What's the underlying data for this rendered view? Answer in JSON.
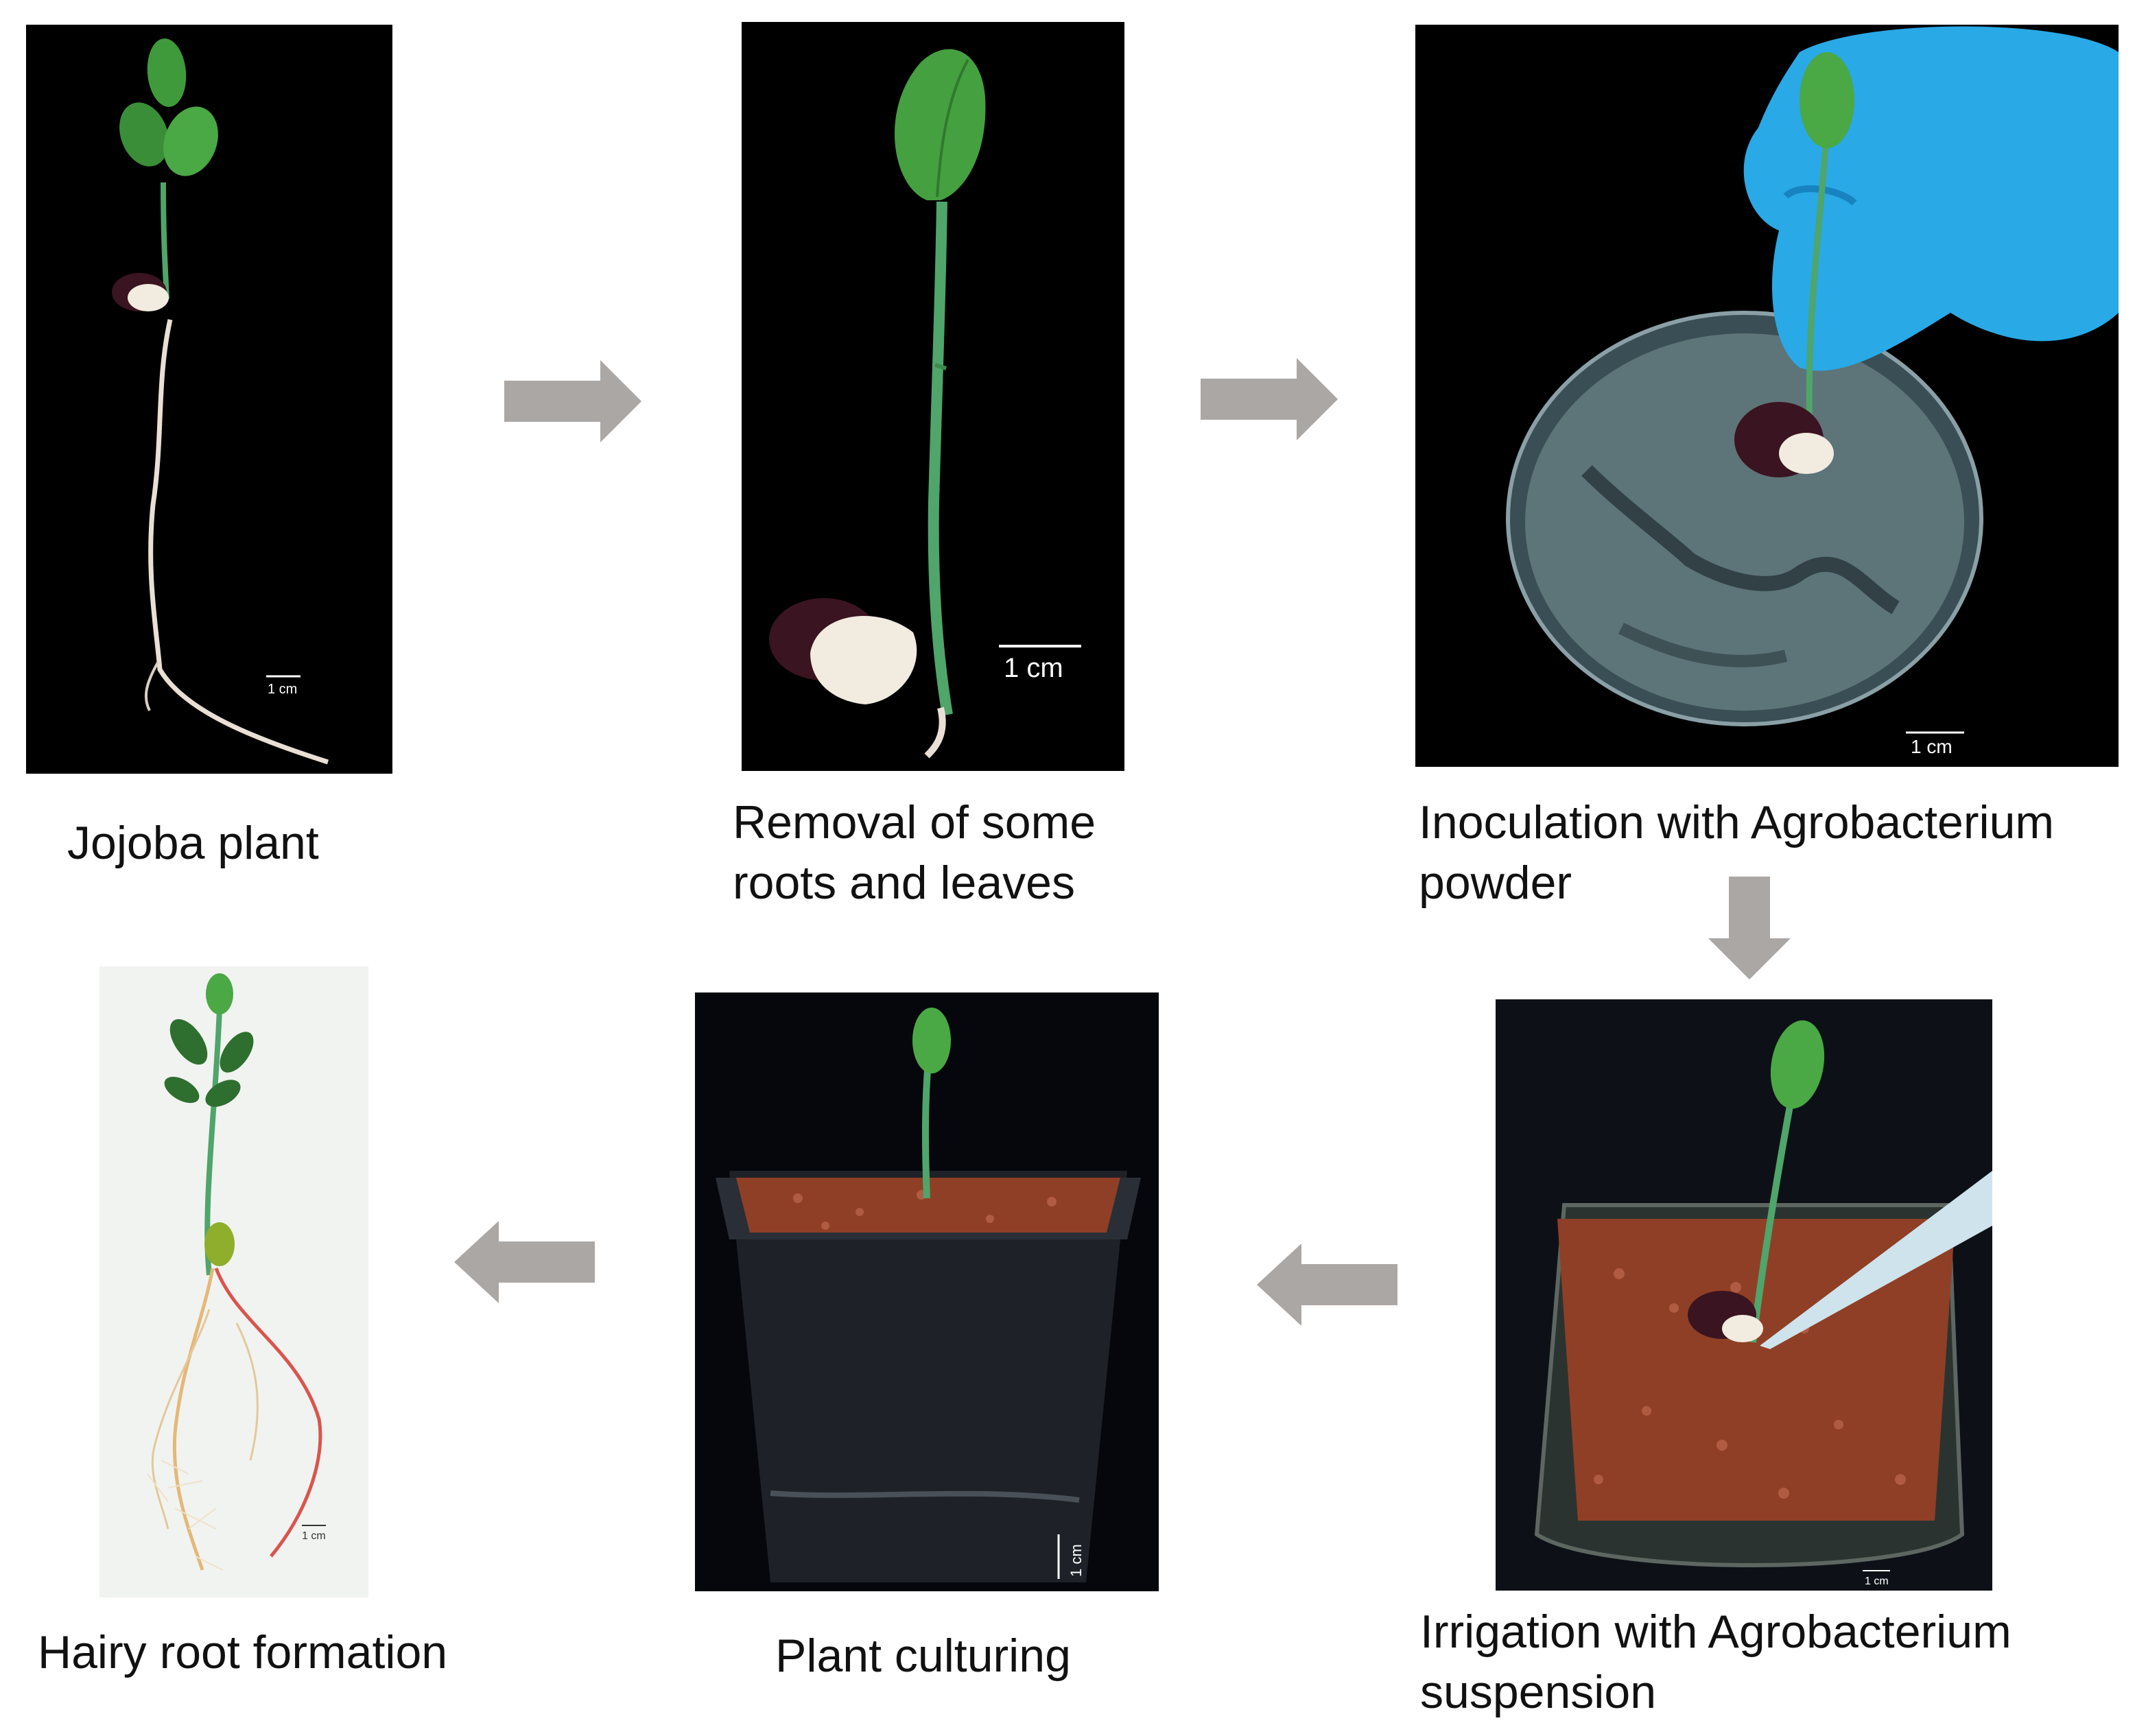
{
  "steps": [
    {
      "id": "jojoba-plant",
      "lines": [
        "Jojoba plant"
      ],
      "scale": "1 cm",
      "bg": "#000000"
    },
    {
      "id": "removal",
      "lines": [
        "Removal of some",
        "roots and leaves"
      ],
      "scale": "1 cm",
      "bg": "#000000"
    },
    {
      "id": "inoculation",
      "lines": [
        "Inoculation with Agrobacterium",
        "powder"
      ],
      "scale": "1 cm",
      "bg": "#000000"
    },
    {
      "id": "irrigation",
      "lines": [
        "Irrigation with Agrobacterium",
        "suspension"
      ],
      "scale": "1 cm",
      "bg": "#000000"
    },
    {
      "id": "culturing",
      "lines": [
        "Plant culturing"
      ],
      "scale": "1 cm",
      "bg": "#000000"
    },
    {
      "id": "hairy-root",
      "lines": [
        "Hairy root formation"
      ],
      "scale": "1 cm",
      "bg": "#f1f3f0"
    }
  ],
  "colors": {
    "arrow": "#aba7a5",
    "leaf": "#3f9a3c",
    "stem": "#4fa56a",
    "root": "#e9dfd4",
    "seed": "#3a1420",
    "glove": "#29a9e6",
    "soil": "#8f3f25",
    "pot": "#1e2127"
  },
  "icons": {
    "arrow-right": "arrow-right-icon",
    "arrow-down": "arrow-down-icon",
    "arrow-left": "arrow-left-icon"
  }
}
